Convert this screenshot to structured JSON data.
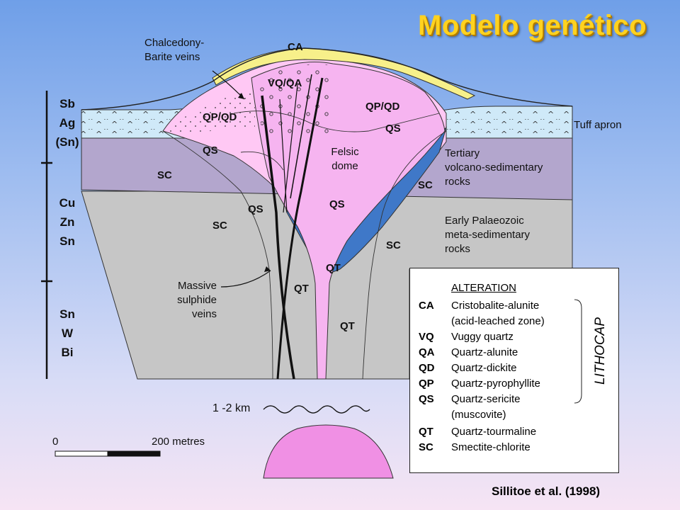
{
  "title": "Modelo genético",
  "citation": "Sillitoe et al. (1998)",
  "colors": {
    "title": "#ffd21f",
    "ca_cap": "#f7f08a",
    "argillic": "#ffc8f4",
    "dome_pink": "#f6b4f0",
    "tuff": "#cfe9f8",
    "tertiary": "#b3a6cd",
    "palaeozoic": "#c6c6c6",
    "qt_zone": "#3f78c8",
    "intrusion": "#f090e4"
  },
  "depth_zones": [
    {
      "lines": [
        "Sb",
        "Ag",
        "(Sn)"
      ]
    },
    {
      "lines": [
        "Cu",
        "Zn",
        "Sn"
      ]
    },
    {
      "lines": [
        "Sn",
        "W",
        "Bi"
      ]
    }
  ],
  "labels": {
    "chalcedony": [
      "Chalcedony-",
      "Barite veins"
    ],
    "ca": "CA",
    "vq_qa": "VQ/QA",
    "qp_qd_left": "QP/QD",
    "qp_qd_right": "QP/QD",
    "qs_1": "QS",
    "qs_2": "QS",
    "qs_3": "QS",
    "qs_4": "QS",
    "sc_1": "SC",
    "sc_2": "SC",
    "sc_3": "SC",
    "sc_4": "SC",
    "qt_1": "QT",
    "qt_2": "QT",
    "qt_3": "QT",
    "felsic_dome": [
      "Felsic",
      "dome"
    ],
    "tuff_apron": "Tuff apron",
    "tertiary": [
      "Tertiary",
      "volcano-sedimentary",
      "rocks"
    ],
    "palaeozoic": [
      "Early Palaeozoic",
      "meta-sedimentary",
      "rocks"
    ],
    "massive_sulphide": [
      "Massive",
      "sulphide",
      "veins"
    ],
    "depth": "1 -2 km"
  },
  "scale_bar": {
    "start": "0",
    "end": "200 metres"
  },
  "legend": {
    "heading": "ALTERATION",
    "side_label": "LITHOCAP",
    "items": [
      {
        "code": "CA",
        "desc": "Cristobalite-alunite"
      },
      {
        "code": "",
        "desc": "(acid-leached zone)"
      },
      {
        "code": "VQ",
        "desc": "Vuggy quartz"
      },
      {
        "code": "QA",
        "desc": "Quartz-alunite"
      },
      {
        "code": "QD",
        "desc": "Quartz-dickite"
      },
      {
        "code": "QP",
        "desc": "Quartz-pyrophyllite"
      },
      {
        "code": "QS",
        "desc": "Quartz-sericite"
      },
      {
        "code": "",
        "desc": "(muscovite)"
      },
      {
        "code": "QT",
        "desc": "Quartz-tourmaline"
      },
      {
        "code": "SC",
        "desc": "Smectite-chlorite"
      }
    ]
  }
}
